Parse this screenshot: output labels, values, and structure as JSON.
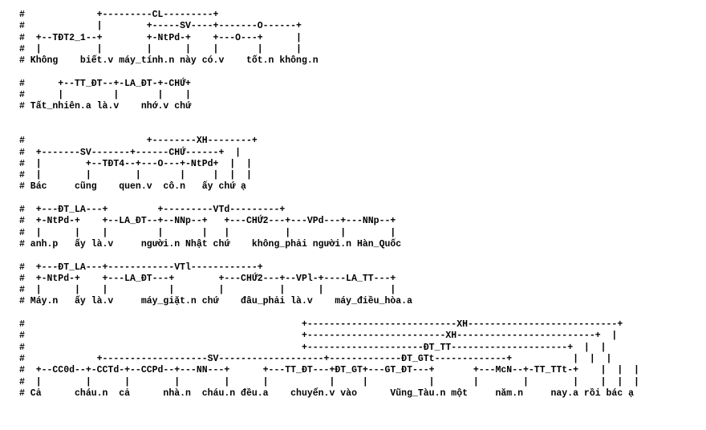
{
  "parse_lines": [
    "#             +---------CL---------+",
    "#             |        +-----SV----+-------O------+",
    "#  +--TĐT2_1--+        +-NtPd-+    +---O---+      |",
    "#  |          |        |      |    |       |      |",
    "# Không    biết.v máy_tính.n này có.v    tốt.n không.n",
    "",
    "#      +--TT_ĐT--+-LA_ĐT-+-CHỨ+",
    "#      |         |       |    |",
    "# Tất_nhiên.a là.v    nhớ.v chứ",
    "",
    "",
    "#                      +--------XH--------+",
    "#  +-------SV-------+------CHỨ------+  |",
    "#  |        +--TĐT4--+---O---+-NtPd+  |  |",
    "#  |        |        |       |     |  |  |",
    "# Bác     cũng    quen.v  cô.n   ấy chứ ạ",
    "",
    "#  +---ĐT_LA---+         +---------VTd---------+",
    "#  +-NtPd-+    +--LA_ĐT--+--NNp--+   +---CHỨ2---+---VPd---+---NNp--+",
    "#  |      |    |         |       |   |          |         |        |",
    "# anh.p   ấy là.v     người.n Nhật chứ    không_phải người.n Hàn_Quốc",
    "",
    "#  +---ĐT_LA---+------------VTl------------+",
    "#  +-NtPd-+    +---LA_ĐT---+        +---CHỨ2---+--VPl-+----LA_TT---+",
    "#  |      |    |           |        |          |      |            |",
    "# Máy.n   ấy là.v     máy_giặt.n chứ    đâu_phải là.v    máy_điều_hòa.a",
    "",
    "#                                                  +---------------------------XH---------------------------+",
    "#                                                  +-------------------------XH-------------------------+  |",
    "#                                                  +---------------------ĐT_TT---------------------+  |  |",
    "#             +-------------------SV-------------------+-------------ĐT_GTt-------------+           |  |  |",
    "#  +--CC0d--+-CCTd-+--CCPd--+---NN---+      +---TT_ĐT---+ĐT_GT+---GT_ĐT---+       +---McN--+-TT_TTt-+    |  |  |",
    "#  |        |      |        |        |      |           |     |           |       |        |        |    |  |  |",
    "# Cả      cháu.n  cả      nhà.n  cháu.n đều.a    chuyển.v vào      Vũng_Tàu.n một     năm.n     nay.a rồi bác ạ"
  ]
}
